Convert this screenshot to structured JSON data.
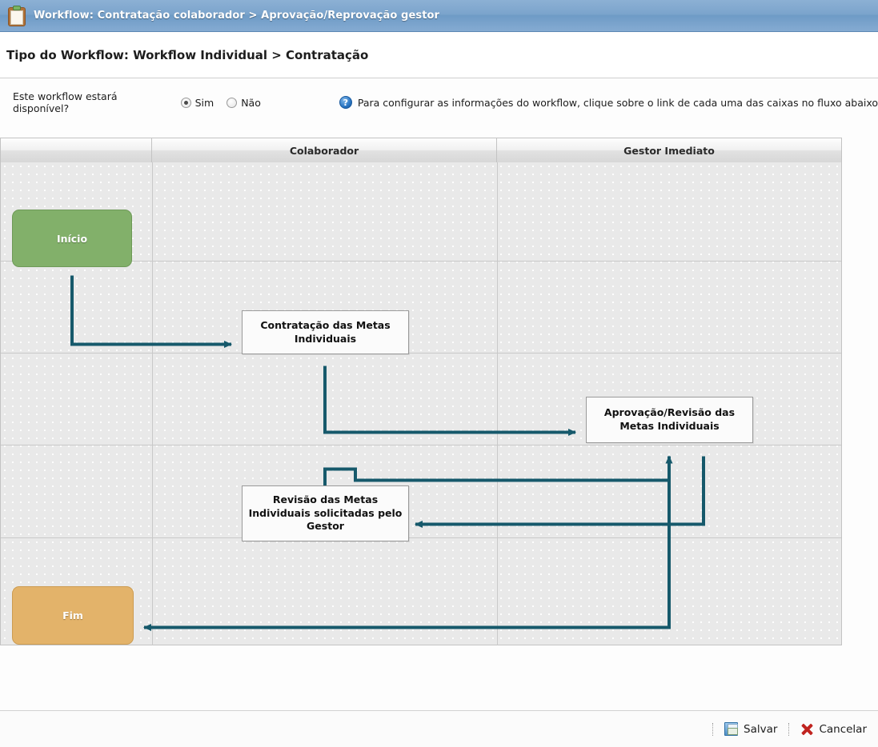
{
  "titlebar": {
    "icon": "clipboard-icon",
    "breadcrumb": "Workflow: Contratação colaborador > Aprovação/Reprovação gestor"
  },
  "page": {
    "heading": "Tipo do Workflow: Workflow Individual > Contratação"
  },
  "options": {
    "availability_label": "Este workflow estará disponível?",
    "radios": [
      {
        "label": "Sim",
        "checked": true
      },
      {
        "label": "Não",
        "checked": false
      }
    ],
    "hint_icon": "help-icon",
    "hint_glyph": "?",
    "hint_text": "Para configurar as informações do workflow, clique sobre o link de cada uma das caixas no fluxo abaixo"
  },
  "diagram": {
    "lanes": [
      "",
      "Colaborador",
      "Gestor Imediato"
    ],
    "nodes": [
      {
        "id": "inicio",
        "label": "Início",
        "type": "start"
      },
      {
        "id": "contratacao",
        "label": "Contratação das Metas Individuais",
        "type": "task"
      },
      {
        "id": "aprovacao",
        "label": "Aprovação/Revisão das Metas Individuais",
        "type": "task"
      },
      {
        "id": "revisao",
        "label": "Revisão das Metas Individuais solicitadas pelo Gestor",
        "type": "task"
      },
      {
        "id": "fim",
        "label": "Fim",
        "type": "end"
      }
    ],
    "colors": {
      "start": "#82b06a",
      "end": "#e3b36a",
      "connector": "#16596b",
      "task_fill": "#fbfbfb",
      "grid": "#e9e9e9"
    }
  },
  "footer": {
    "save_icon": "save-icon",
    "save_label": "Salvar",
    "cancel_icon": "cancel-x-icon",
    "cancel_label": "Cancelar"
  }
}
